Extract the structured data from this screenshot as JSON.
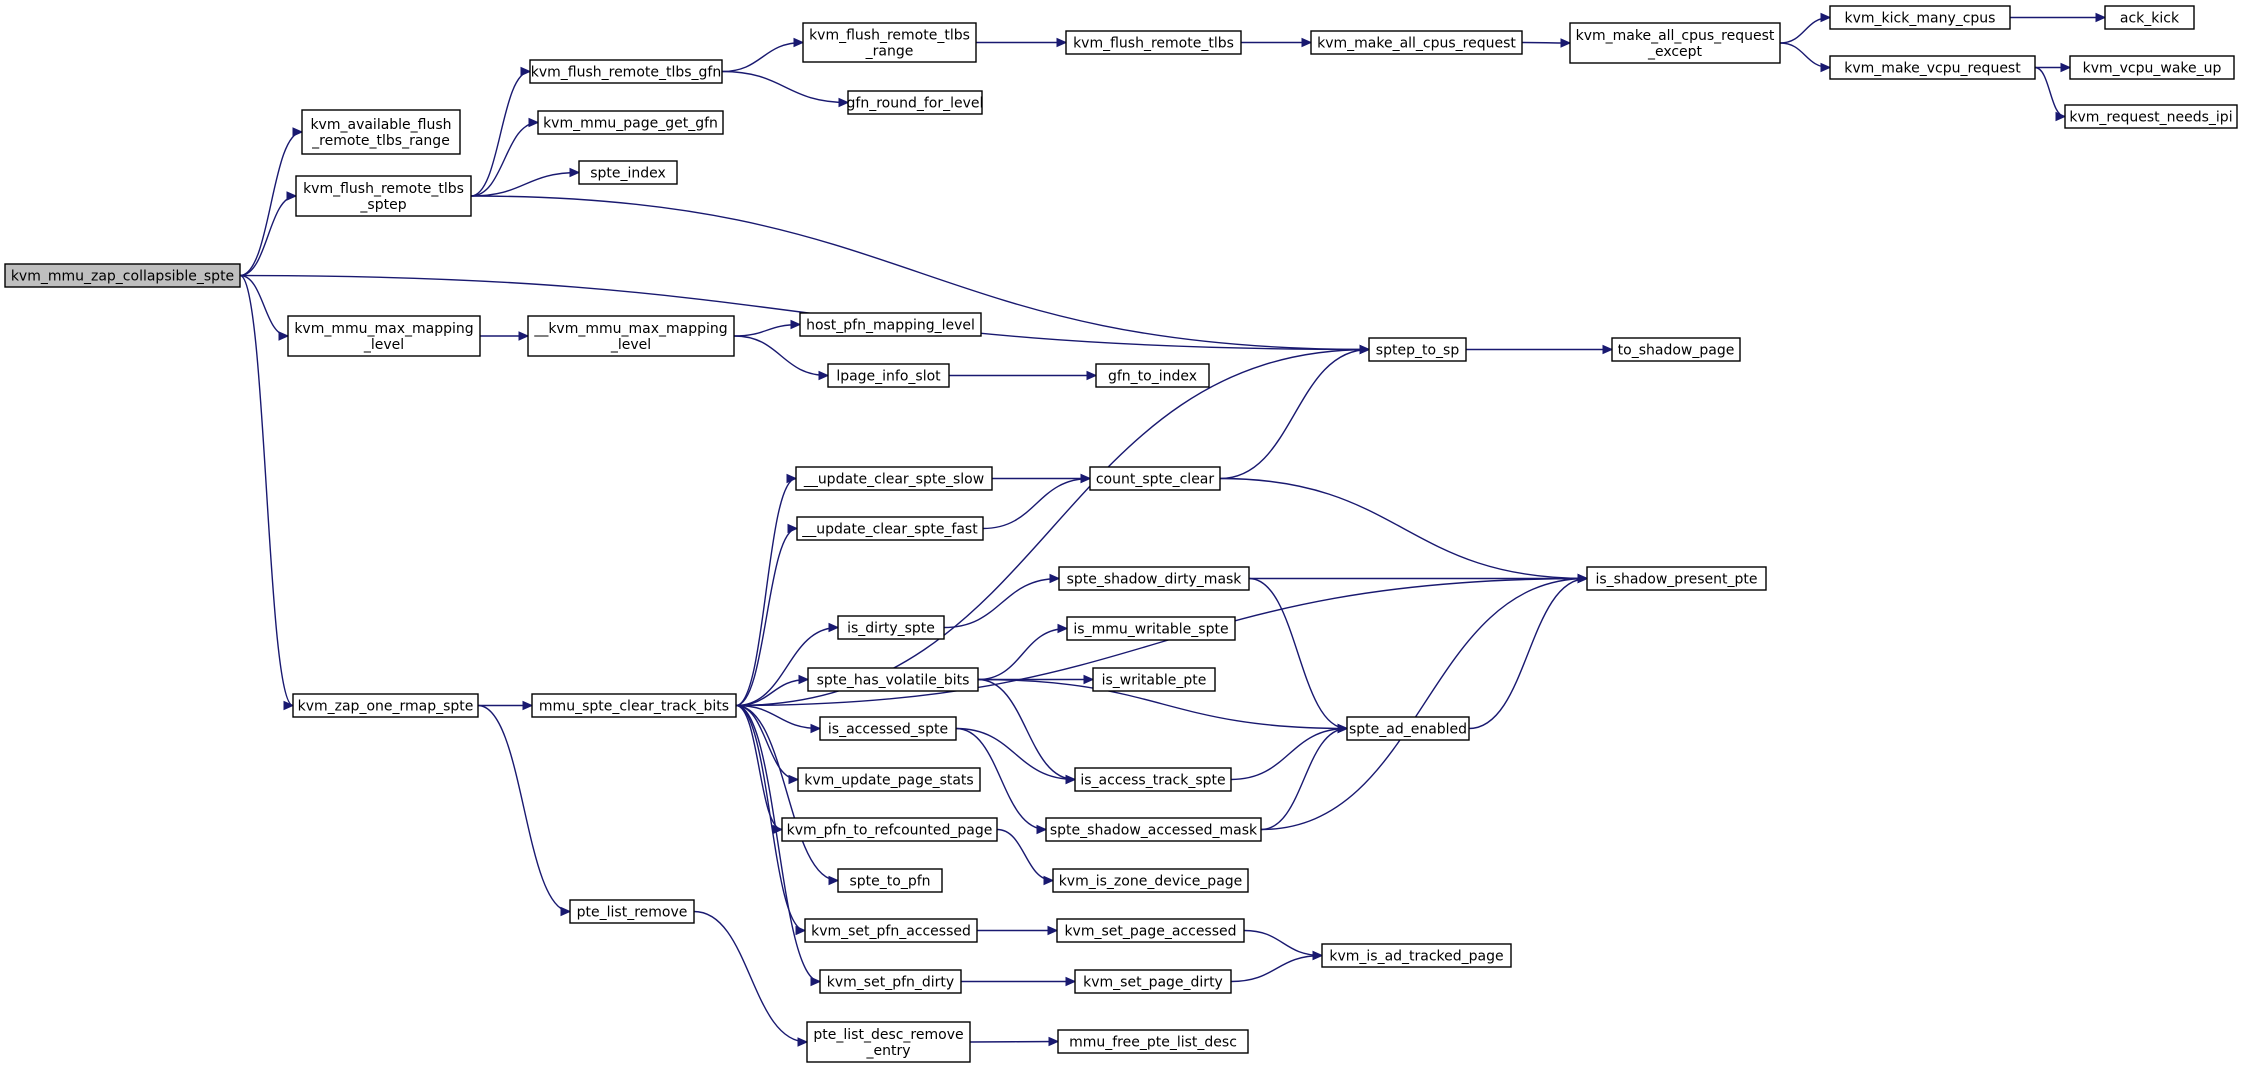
{
  "graph": {
    "root": "kvm_mmu_zap_collapsible_spte",
    "colors": {
      "edge": "#191970",
      "root_fill": "#bfbfbf",
      "node_fill": "#ffffff",
      "border": "#000000"
    },
    "nodes": [
      {
        "id": "n0",
        "lines": [
          "kvm_mmu_zap_collapsible_spte"
        ],
        "root": true
      },
      {
        "id": "n1",
        "lines": [
          "kvm_available_flush",
          "_remote_tlbs_range"
        ]
      },
      {
        "id": "n2",
        "lines": [
          "kvm_flush_remote_tlbs",
          "_sptep"
        ]
      },
      {
        "id": "n3",
        "lines": [
          "kvm_flush_remote_tlbs_gfn"
        ]
      },
      {
        "id": "n4",
        "lines": [
          "kvm_mmu_page_get_gfn"
        ]
      },
      {
        "id": "n5",
        "lines": [
          "spte_index"
        ]
      },
      {
        "id": "n6",
        "lines": [
          "kvm_flush_remote_tlbs",
          "_range"
        ]
      },
      {
        "id": "n7",
        "lines": [
          "gfn_round_for_level"
        ]
      },
      {
        "id": "n8",
        "lines": [
          "kvm_flush_remote_tlbs"
        ]
      },
      {
        "id": "n9",
        "lines": [
          "kvm_make_all_cpus_request"
        ]
      },
      {
        "id": "n10",
        "lines": [
          "kvm_make_all_cpus_request",
          "_except"
        ]
      },
      {
        "id": "n11",
        "lines": [
          "kvm_kick_many_cpus"
        ]
      },
      {
        "id": "n12",
        "lines": [
          "ack_kick"
        ]
      },
      {
        "id": "n13",
        "lines": [
          "kvm_make_vcpu_request"
        ]
      },
      {
        "id": "n14",
        "lines": [
          "kvm_vcpu_wake_up"
        ]
      },
      {
        "id": "n15",
        "lines": [
          "kvm_request_needs_ipi"
        ]
      },
      {
        "id": "n16",
        "lines": [
          "kvm_mmu_max_mapping",
          "_level"
        ]
      },
      {
        "id": "n17",
        "lines": [
          "__kvm_mmu_max_mapping",
          "_level"
        ]
      },
      {
        "id": "n18",
        "lines": [
          "host_pfn_mapping_level"
        ]
      },
      {
        "id": "n19",
        "lines": [
          "lpage_info_slot"
        ]
      },
      {
        "id": "n20",
        "lines": [
          "gfn_to_index"
        ]
      },
      {
        "id": "n21",
        "lines": [
          "sptep_to_sp"
        ]
      },
      {
        "id": "n22",
        "lines": [
          "to_shadow_page"
        ]
      },
      {
        "id": "n23",
        "lines": [
          "kvm_zap_one_rmap_spte"
        ]
      },
      {
        "id": "n24",
        "lines": [
          "mmu_spte_clear_track_bits"
        ]
      },
      {
        "id": "n25",
        "lines": [
          "__update_clear_spte_slow"
        ]
      },
      {
        "id": "n26",
        "lines": [
          "count_spte_clear"
        ]
      },
      {
        "id": "n27",
        "lines": [
          "__update_clear_spte_fast"
        ]
      },
      {
        "id": "n28",
        "lines": [
          "is_shadow_present_pte"
        ]
      },
      {
        "id": "n29",
        "lines": [
          "spte_shadow_dirty_mask"
        ]
      },
      {
        "id": "n30",
        "lines": [
          "is_dirty_spte"
        ]
      },
      {
        "id": "n31",
        "lines": [
          "is_mmu_writable_spte"
        ]
      },
      {
        "id": "n32",
        "lines": [
          "spte_has_volatile_bits"
        ]
      },
      {
        "id": "n33",
        "lines": [
          "is_writable_pte"
        ]
      },
      {
        "id": "n34",
        "lines": [
          "spte_ad_enabled"
        ]
      },
      {
        "id": "n35",
        "lines": [
          "is_accessed_spte"
        ]
      },
      {
        "id": "n36",
        "lines": [
          "is_access_track_spte"
        ]
      },
      {
        "id": "n37",
        "lines": [
          "kvm_update_page_stats"
        ]
      },
      {
        "id": "n38",
        "lines": [
          "spte_shadow_accessed_mask"
        ]
      },
      {
        "id": "n39",
        "lines": [
          "kvm_pfn_to_refcounted_page"
        ]
      },
      {
        "id": "n40",
        "lines": [
          "kvm_is_zone_device_page"
        ]
      },
      {
        "id": "n41",
        "lines": [
          "spte_to_pfn"
        ]
      },
      {
        "id": "n42",
        "lines": [
          "pte_list_remove"
        ]
      },
      {
        "id": "n43",
        "lines": [
          "kvm_set_pfn_accessed"
        ]
      },
      {
        "id": "n44",
        "lines": [
          "kvm_set_page_accessed"
        ]
      },
      {
        "id": "n45",
        "lines": [
          "kvm_is_ad_tracked_page"
        ]
      },
      {
        "id": "n46",
        "lines": [
          "kvm_set_pfn_dirty"
        ]
      },
      {
        "id": "n47",
        "lines": [
          "kvm_set_page_dirty"
        ]
      },
      {
        "id": "n48",
        "lines": [
          "pte_list_desc_remove",
          "_entry"
        ]
      },
      {
        "id": "n49",
        "lines": [
          "mmu_free_pte_list_desc"
        ]
      }
    ],
    "edges": [
      [
        "n0",
        "n1"
      ],
      [
        "n0",
        "n2"
      ],
      [
        "n0",
        "n21"
      ],
      [
        "n0",
        "n16"
      ],
      [
        "n0",
        "n23"
      ],
      [
        "n2",
        "n3"
      ],
      [
        "n2",
        "n4"
      ],
      [
        "n2",
        "n5"
      ],
      [
        "n2",
        "n21"
      ],
      [
        "n3",
        "n6"
      ],
      [
        "n3",
        "n7"
      ],
      [
        "n6",
        "n8"
      ],
      [
        "n8",
        "n9"
      ],
      [
        "n9",
        "n10"
      ],
      [
        "n10",
        "n11"
      ],
      [
        "n10",
        "n13"
      ],
      [
        "n11",
        "n12"
      ],
      [
        "n13",
        "n14"
      ],
      [
        "n13",
        "n15"
      ],
      [
        "n16",
        "n17"
      ],
      [
        "n17",
        "n18"
      ],
      [
        "n17",
        "n19"
      ],
      [
        "n19",
        "n20"
      ],
      [
        "n21",
        "n22"
      ],
      [
        "n23",
        "n24"
      ],
      [
        "n23",
        "n42"
      ],
      [
        "n24",
        "n21"
      ],
      [
        "n24",
        "n25"
      ],
      [
        "n24",
        "n27"
      ],
      [
        "n24",
        "n28"
      ],
      [
        "n24",
        "n30"
      ],
      [
        "n24",
        "n32"
      ],
      [
        "n24",
        "n35"
      ],
      [
        "n24",
        "n37"
      ],
      [
        "n24",
        "n39"
      ],
      [
        "n24",
        "n41"
      ],
      [
        "n24",
        "n43"
      ],
      [
        "n24",
        "n46"
      ],
      [
        "n25",
        "n26"
      ],
      [
        "n27",
        "n26"
      ],
      [
        "n26",
        "n21"
      ],
      [
        "n26",
        "n28"
      ],
      [
        "n30",
        "n29"
      ],
      [
        "n29",
        "n28"
      ],
      [
        "n29",
        "n34"
      ],
      [
        "n32",
        "n31"
      ],
      [
        "n32",
        "n33"
      ],
      [
        "n32",
        "n34"
      ],
      [
        "n32",
        "n36"
      ],
      [
        "n35",
        "n36"
      ],
      [
        "n35",
        "n38"
      ],
      [
        "n36",
        "n34"
      ],
      [
        "n34",
        "n28"
      ],
      [
        "n38",
        "n34"
      ],
      [
        "n38",
        "n28"
      ],
      [
        "n39",
        "n40"
      ],
      [
        "n43",
        "n44"
      ],
      [
        "n44",
        "n45"
      ],
      [
        "n46",
        "n47"
      ],
      [
        "n47",
        "n45"
      ],
      [
        "n42",
        "n48"
      ],
      [
        "n48",
        "n49"
      ]
    ]
  }
}
